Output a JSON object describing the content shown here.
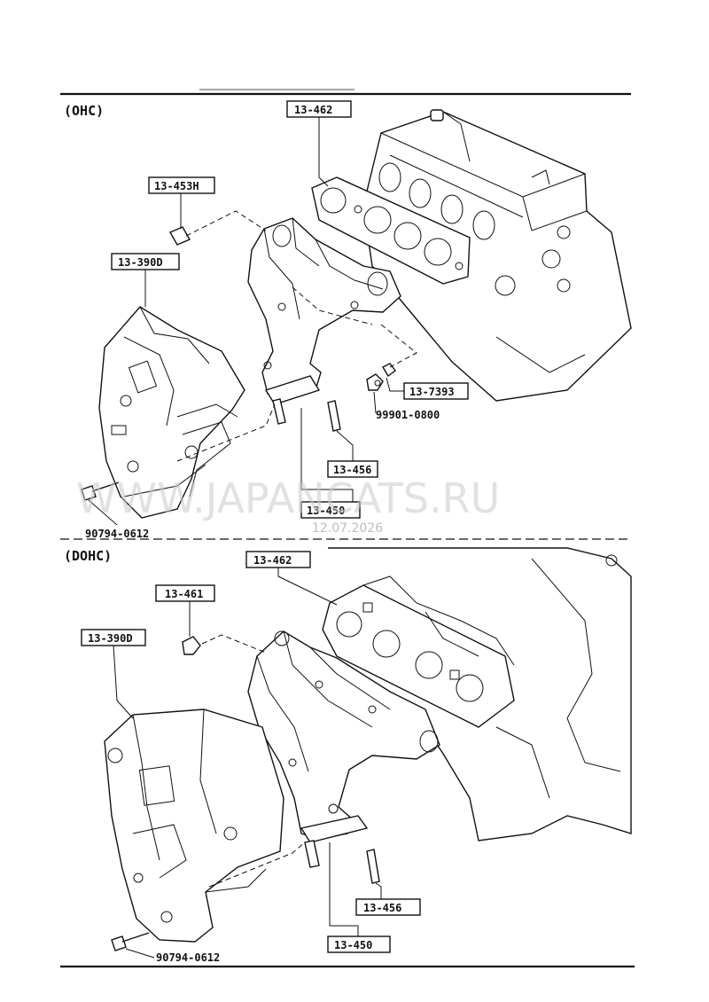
{
  "watermark": {
    "text": "WWW.JAPANCATS.RU",
    "date": "12.07.2026"
  },
  "sections": {
    "ohc": {
      "title": "(OHC)",
      "parts": {
        "gasket": "13-462",
        "stud_bolt": "13-453H",
        "insulator": "13-390D",
        "nut": "13-7393",
        "nut_std": "99901-0800",
        "stud": "13-456",
        "manifold": "13-450",
        "bolt": "90794-0612"
      }
    },
    "dohc": {
      "title": "(DOHC)",
      "parts": {
        "gasket": "13-462",
        "nut": "13-461",
        "insulator": "13-390D",
        "stud": "13-456",
        "manifold": "13-450",
        "bolt": "90794-0612"
      }
    }
  }
}
